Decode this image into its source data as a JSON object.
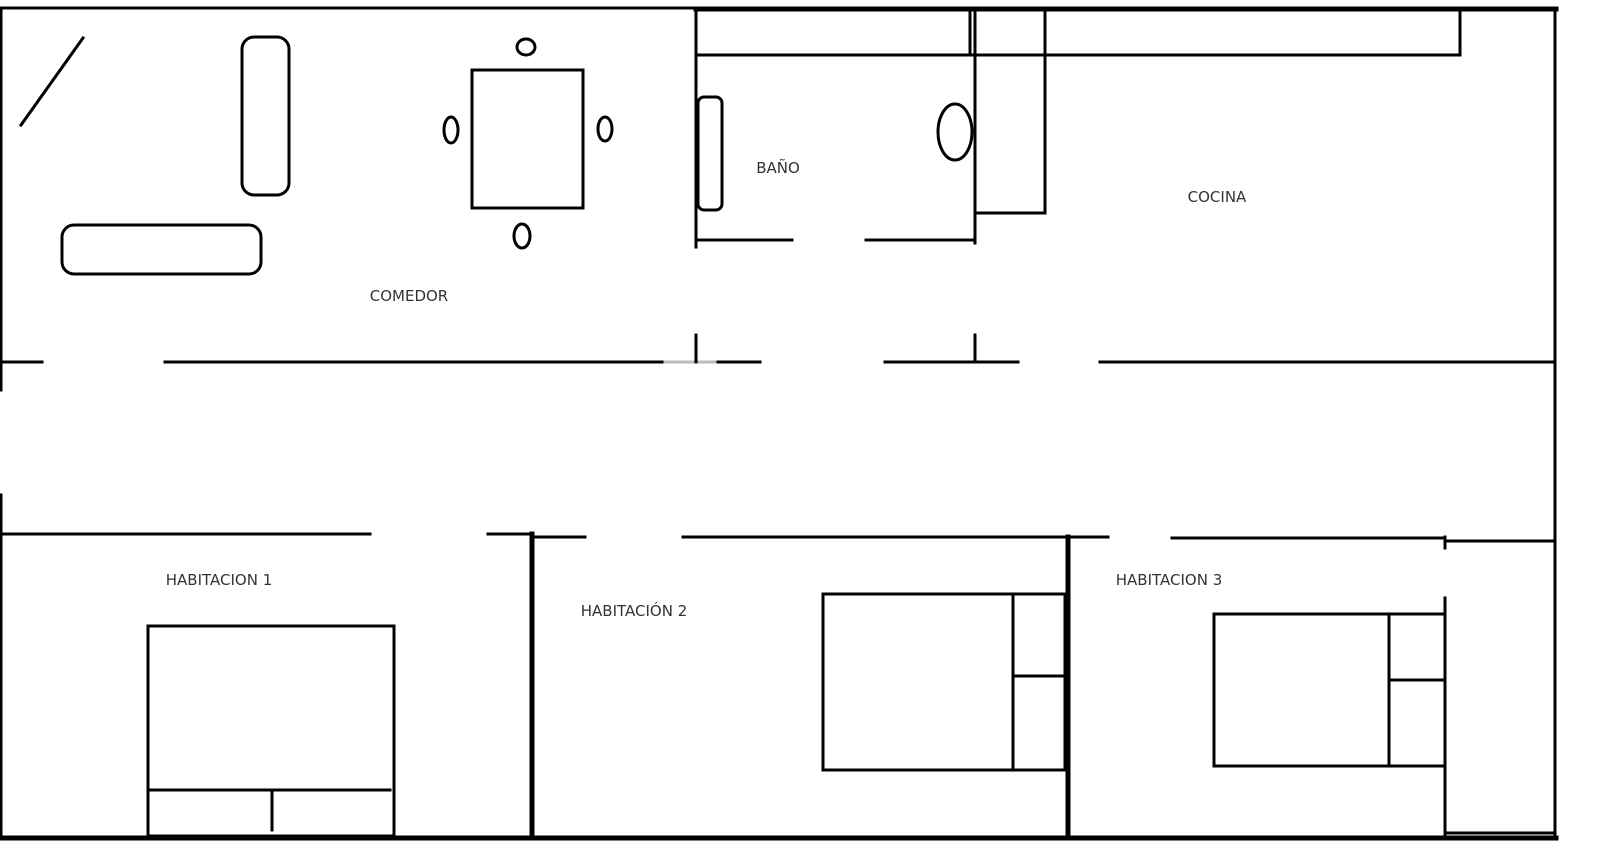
{
  "rooms": {
    "comedor": "COMEDOR",
    "bano": "BAÑO",
    "cocina": "COCINA",
    "habitacion1": "HABITACION 1",
    "habitacion2": "HABITACIÓN 2",
    "habitacion3": "HABITACION 3"
  },
  "colors": {
    "line": "#000000",
    "background": "#ffffff"
  }
}
